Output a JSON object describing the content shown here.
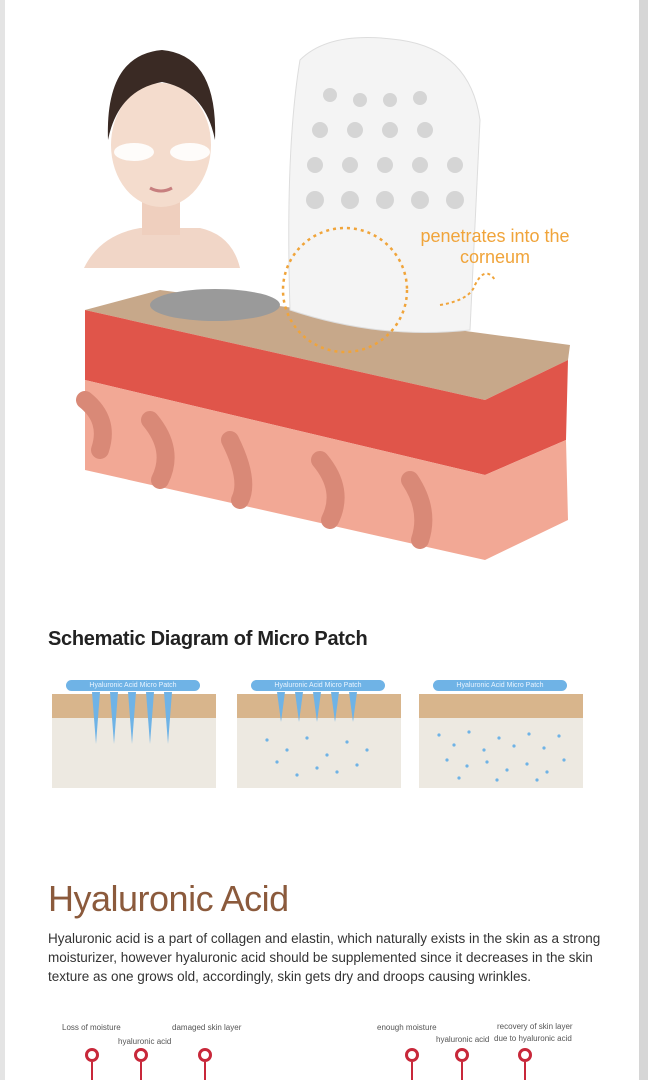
{
  "illustration": {
    "callout": "penetrates into the corneum"
  },
  "schematic": {
    "title": "Schematic Diagram of Micro Patch",
    "panels": [
      {
        "label": "Hyaluronic Acid Micro Patch"
      },
      {
        "label": "Hyaluronic Acid Micro Patch"
      },
      {
        "label": "Hyaluronic Acid Micro Patch"
      }
    ]
  },
  "section": {
    "heading": "Hyaluronic Acid",
    "body": "Hyaluronic acid is a part of collagen and elastin, which naturally exists in the skin as a strong moisturizer, however hyaluronic acid should be supplemented since it decreases in the skin texture as one grows old, accordingly, skin gets dry and droops causing wrinkles."
  },
  "labels_left": [
    "Loss of moisture",
    "hyaluronic acid",
    "damaged skin layer"
  ],
  "labels_right": [
    "enough moisture",
    "hyaluronic acid",
    "recovery of skin layer",
    "due to hyaluronic acid"
  ],
  "colors": {
    "accent_orange": "#f0a43a",
    "heading_brown": "#8b5a3c",
    "patch_blue": "#6fb3e6",
    "pin_red": "#c8283a"
  }
}
